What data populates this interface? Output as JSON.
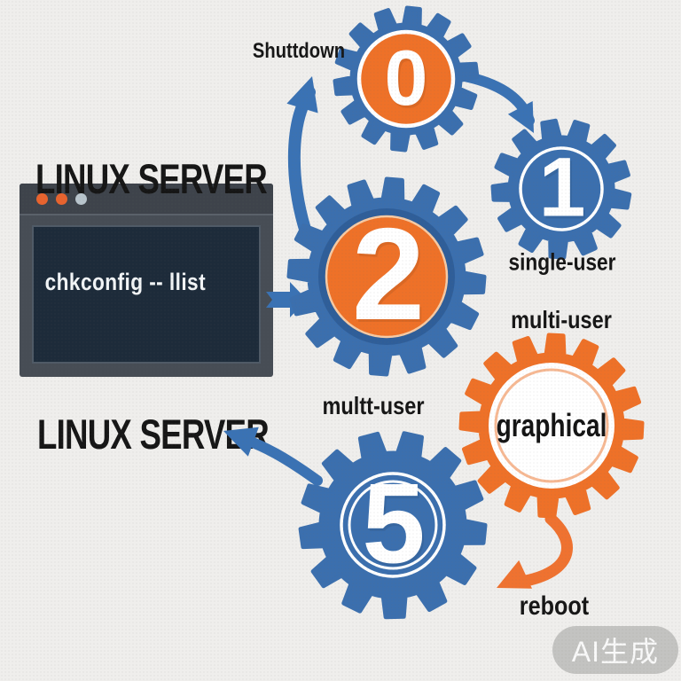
{
  "titles": {
    "server_top": "LINUX SERVER",
    "server_bottom": "LINUX SERVER"
  },
  "terminal": {
    "command": "chkconfig -- llist",
    "dot_colors": [
      "#e8632e",
      "#e8632e",
      "#b8c4cc"
    ]
  },
  "labels": {
    "shutdown": "Shuttdown",
    "single_user": "single-user",
    "multi_user": "multi-user",
    "mult_user": "multt-user",
    "reboot": "reboot"
  },
  "gears": [
    {
      "id": "runlevel-0",
      "label": "0"
    },
    {
      "id": "runlevel-1",
      "label": "1"
    },
    {
      "id": "runlevel-2",
      "label": "2"
    },
    {
      "id": "runlevel-5",
      "label": "5"
    },
    {
      "id": "runlevel-graphical",
      "label": "graphical"
    }
  ],
  "colors": {
    "background": "#efeeec",
    "blue": "#3b6fae",
    "blue_dark": "#2f5e99",
    "orange": "#ee7128",
    "arrow_blue": "#3a72b4",
    "arrow_orange": "#ef7230",
    "text": "#161616",
    "terminal_frame": "#474d55",
    "terminal_titlebar": "#3e434b",
    "terminal_screen": "#1d2b3a"
  },
  "watermark": "AI生成"
}
